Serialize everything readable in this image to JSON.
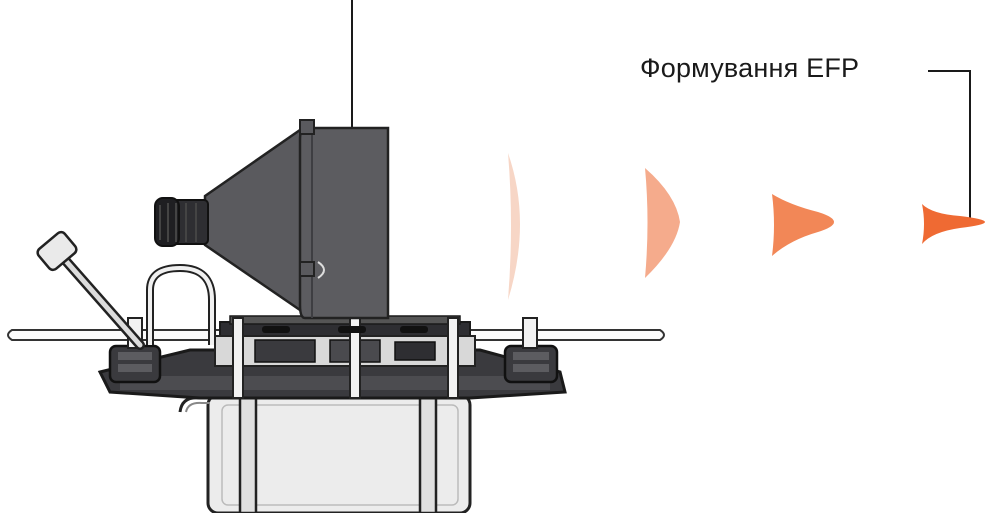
{
  "label": {
    "text": "Формування EFP"
  },
  "colors": {
    "line": "#1a1a1a",
    "drone_body": "#5a5a5e",
    "drone_dark": "#2e2e32",
    "outline": "#222222",
    "battery": "#ececec",
    "efp_stage_1": "#f7d6c6",
    "efp_stage_2": "#f5ab8c",
    "efp_stage_3": "#f28757",
    "efp_stage_4": "#ef6a33"
  },
  "stages": [
    {
      "name": "efp-stage-1",
      "color_key": "efp_stage_1"
    },
    {
      "name": "efp-stage-2",
      "color_key": "efp_stage_2"
    },
    {
      "name": "efp-stage-3",
      "color_key": "efp_stage_3"
    },
    {
      "name": "efp-stage-4",
      "color_key": "efp_stage_4"
    }
  ]
}
